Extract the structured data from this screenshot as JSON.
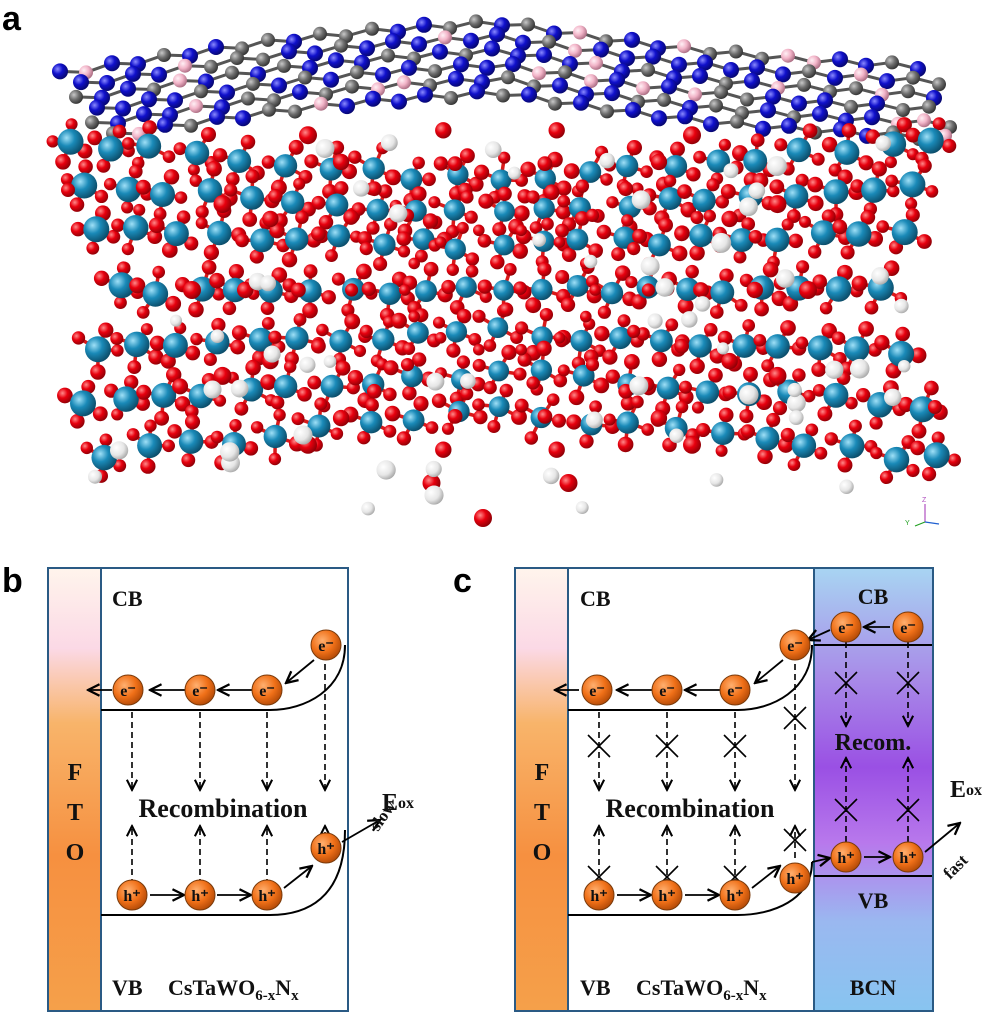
{
  "panels": {
    "a": {
      "label": "a"
    },
    "b": {
      "label": "b",
      "electrode": [
        "F",
        "T",
        "O"
      ],
      "cb": "CB",
      "vb": "VB",
      "material": {
        "base": "CsTaWO",
        "sub1": "6-x",
        "mid": "N",
        "sub2": "x"
      },
      "recombination": "Recombination",
      "eox": {
        "base": "E",
        "sub": "ox"
      },
      "rate": "slow",
      "electron": "e⁻",
      "hole": "h⁺"
    },
    "c": {
      "label": "c",
      "electrode": [
        "F",
        "T",
        "O"
      ],
      "cb": "CB",
      "vb": "VB",
      "material": {
        "base": "CsTaWO",
        "sub1": "6-x",
        "mid": "N",
        "sub2": "x"
      },
      "recombination": "Recombination",
      "bcn_cb": "CB",
      "bcn_vb": "VB",
      "bcn_recom": "Recom.",
      "bcn": "BCN",
      "eox": {
        "base": "E",
        "sub": "ox"
      },
      "rate": "fast",
      "electron": "e⁻",
      "hole": "h⁺"
    }
  },
  "colors": {
    "oxygen": "#e8000e",
    "metal": "#1a8ab8",
    "nitrogen": "#1010cc",
    "carbon": "#6e6e6e",
    "boron": "#f2b4c8",
    "cesium": "#ececec",
    "carrier": "#f07018",
    "frame": "#2a5a84"
  }
}
